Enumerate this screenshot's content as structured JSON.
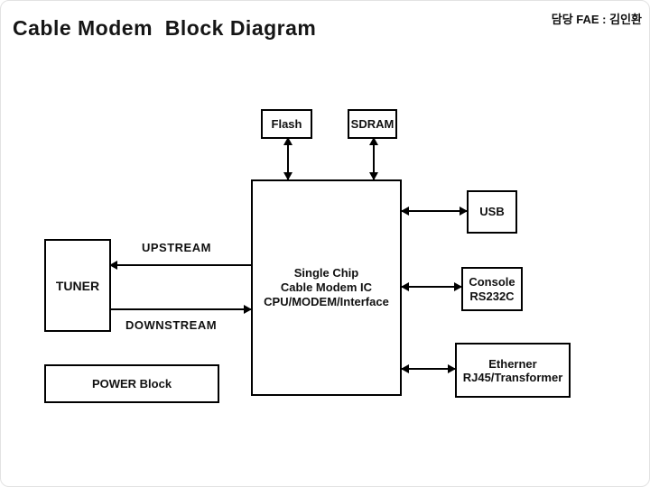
{
  "slide": {
    "title": "Cable Modem  Block Diagram",
    "fae_note": "담당 FAE : 김인환"
  },
  "diagram": {
    "blocks": {
      "flash": {
        "label": "Flash"
      },
      "sdram": {
        "label": "SDRAM"
      },
      "soc": {
        "line1": "Single Chip",
        "line2": "Cable Modem IC",
        "line3": "CPU/MODEM/Interface"
      },
      "usb": {
        "label": "USB"
      },
      "console": {
        "line1": "Console",
        "line2": "RS232C"
      },
      "ethernet": {
        "line1": "Etherner",
        "line2": "RJ45/Transformer"
      },
      "tuner": {
        "label": "TUNER"
      },
      "power": {
        "label": "POWER Block"
      }
    },
    "flow_labels": {
      "upstream": "UPSTREAM",
      "downstream": "DOWNSTREAM"
    },
    "colors": {
      "line": "#000000",
      "text": "#111111",
      "background": "#ffffff"
    }
  }
}
